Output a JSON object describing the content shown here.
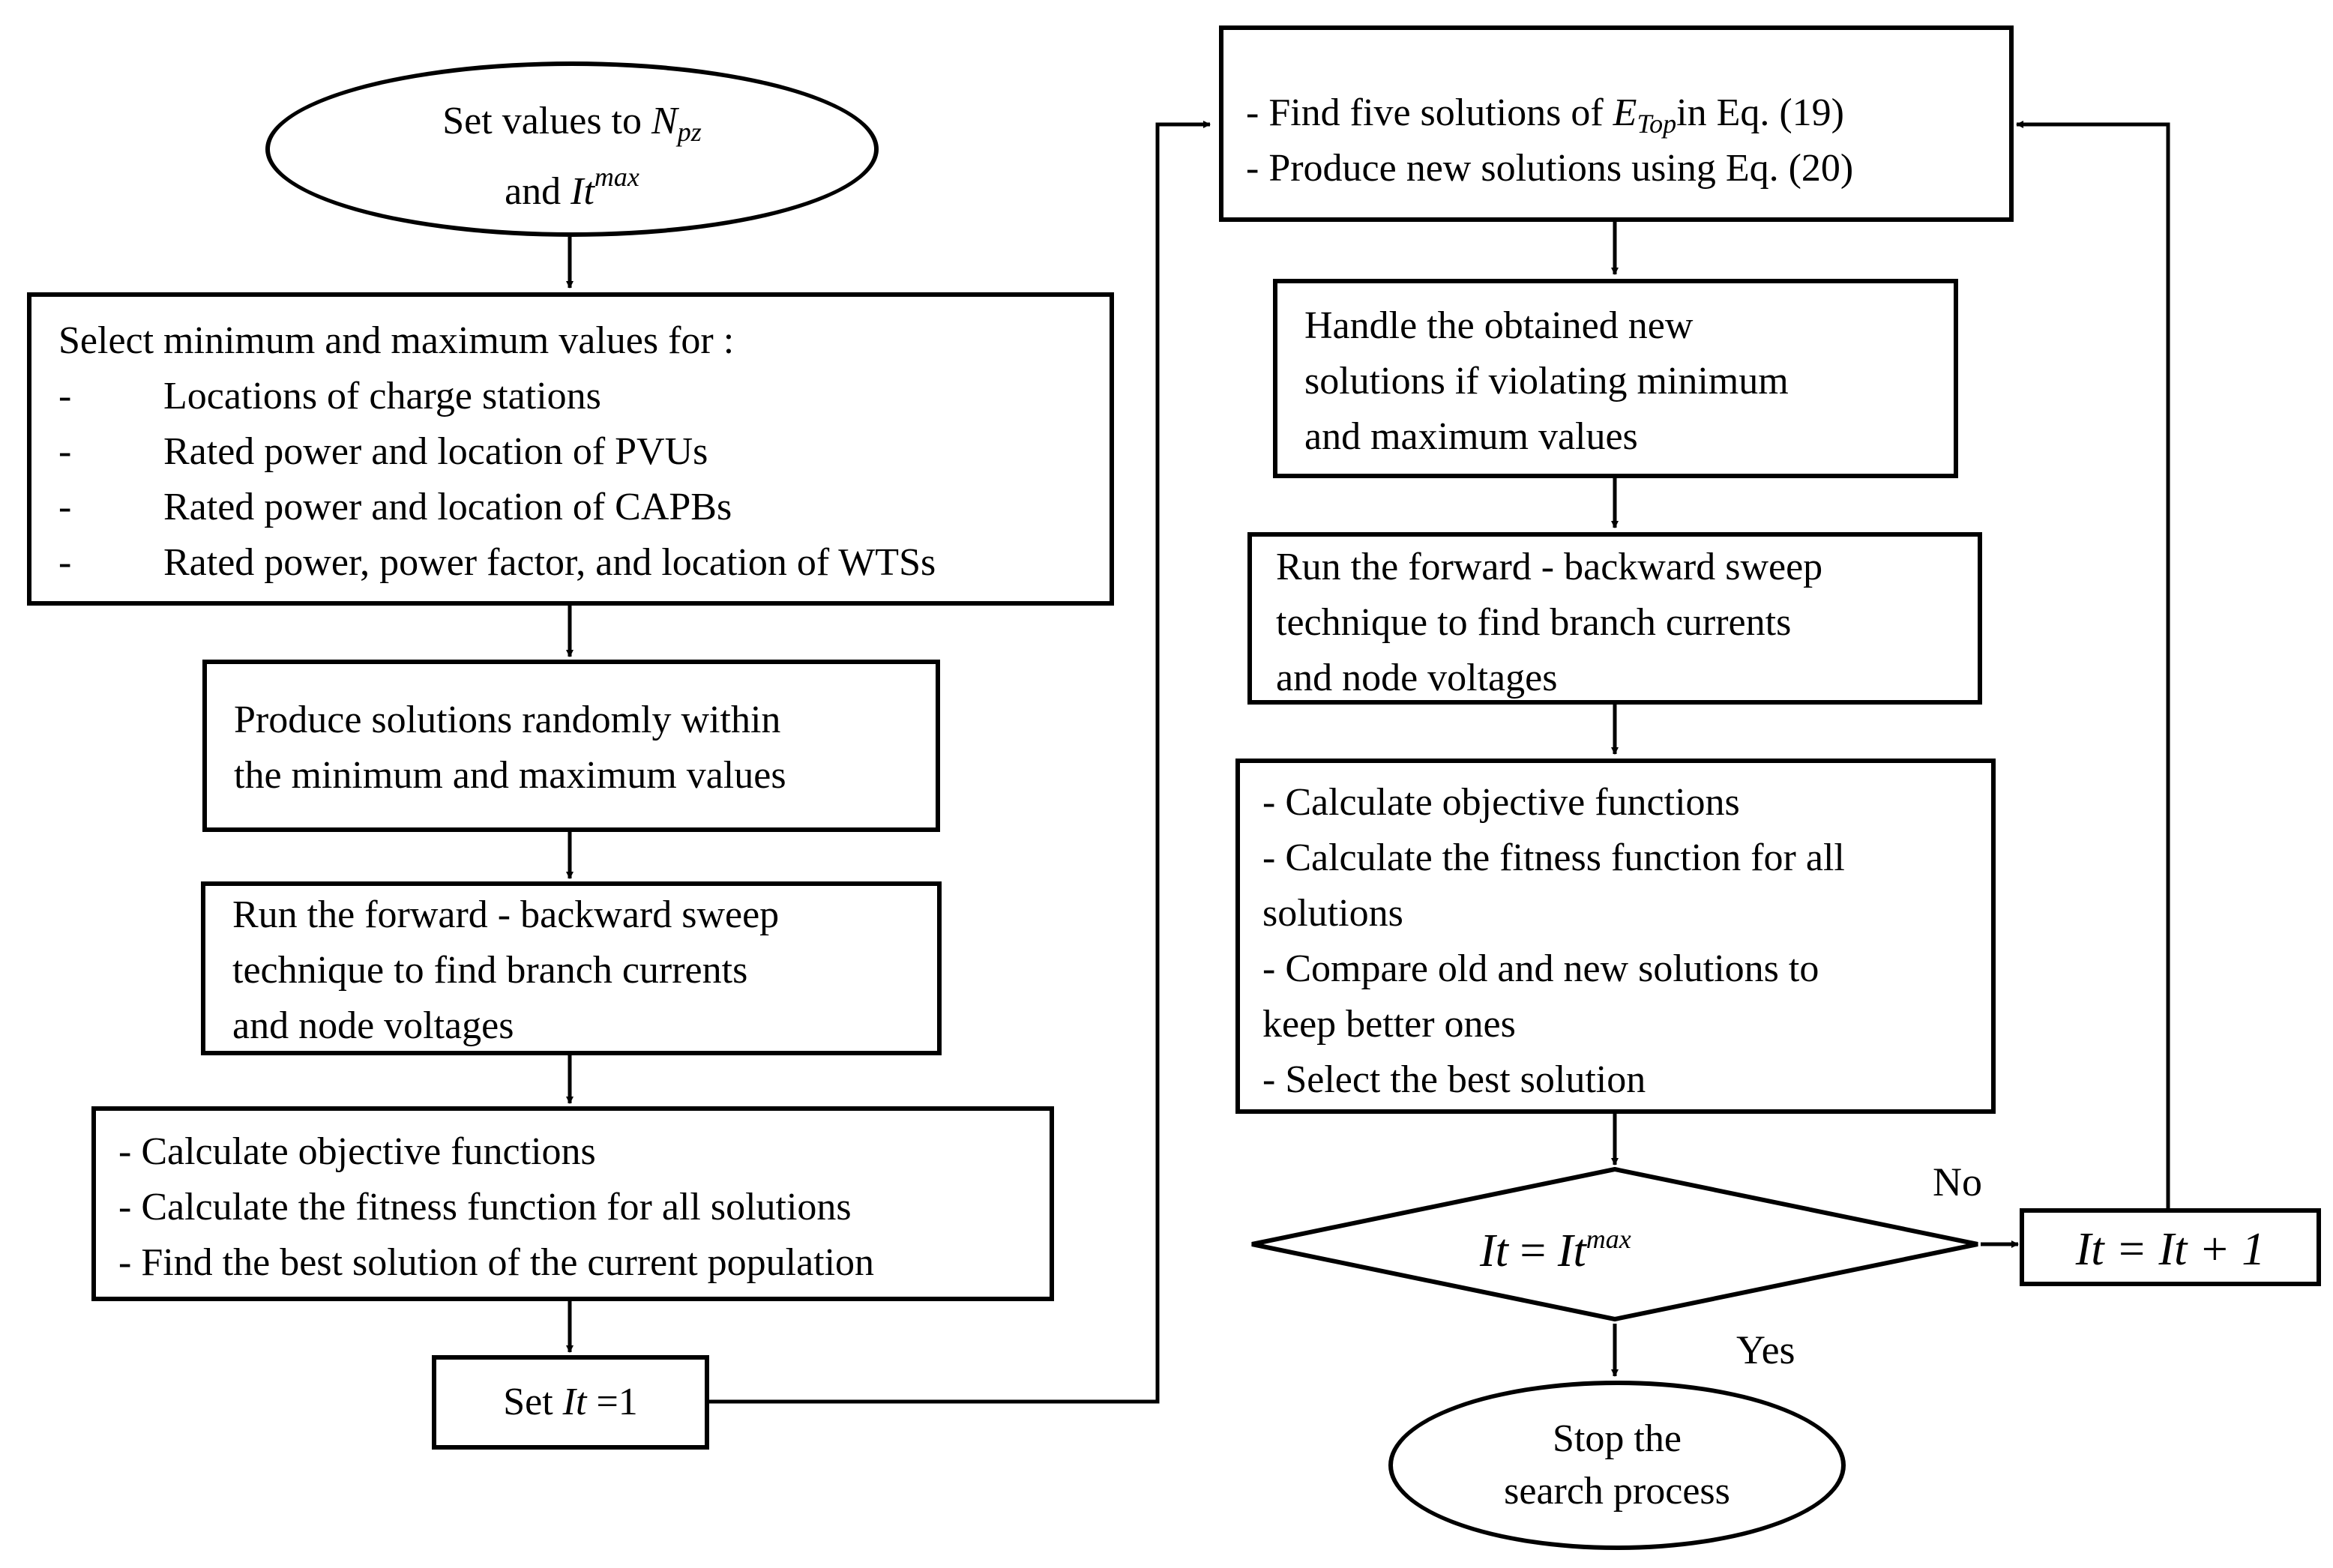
{
  "start": {
    "line1_prefix": "Set values to ",
    "npz_base": "N",
    "npz_sub": "pz",
    "line2_prefix": "and ",
    "itmax_base": "It",
    "itmax_sup": "max"
  },
  "select": {
    "title": "Select minimum and maximum values for :",
    "bullet": "-",
    "items": [
      "Locations of charge stations",
      "Rated power and location of PVUs",
      "Rated power and location of CAPBs",
      "Rated power, power factor, and location of WTSs"
    ]
  },
  "produce": {
    "lines": [
      "Produce solutions randomly within",
      "the minimum and maximum values"
    ]
  },
  "run_left": {
    "lines": [
      "Run the forward - backward sweep",
      "technique to find branch currents",
      "and node voltages"
    ]
  },
  "calc_left": {
    "lines": [
      "- Calculate objective functions",
      "- Calculate the fitness function for all solutions",
      "- Find the best solution of the current population"
    ]
  },
  "set_it": {
    "prefix": "Set ",
    "var": "It",
    "suffix": " =1"
  },
  "find": {
    "line1_prefix": "- Find five solutions of ",
    "etop_base": "E",
    "etop_sub": "Top",
    "line1_suffix": "in Eq. (19)",
    "line2": "- Produce new solutions using Eq. (20)"
  },
  "handle": {
    "lines": [
      "Handle the obtained new",
      "solutions if violating minimum",
      "and maximum values"
    ]
  },
  "run_right": {
    "lines": [
      "Run the forward - backward sweep",
      "technique to find branch currents",
      "and node voltages"
    ]
  },
  "calc_right": {
    "lines": [
      "- Calculate objective functions",
      "- Calculate the fitness function for all",
      "solutions",
      "- Compare old and new solutions to",
      "keep better ones",
      "- Select the best solution"
    ]
  },
  "decision": {
    "lhs": "It",
    "eq": " = ",
    "rhs_base": "It",
    "rhs_sup": "max"
  },
  "increment": {
    "text": "It = It + 1"
  },
  "labels": {
    "no": "No",
    "yes": "Yes"
  },
  "stop": {
    "lines": [
      "Stop the",
      "search process"
    ]
  }
}
